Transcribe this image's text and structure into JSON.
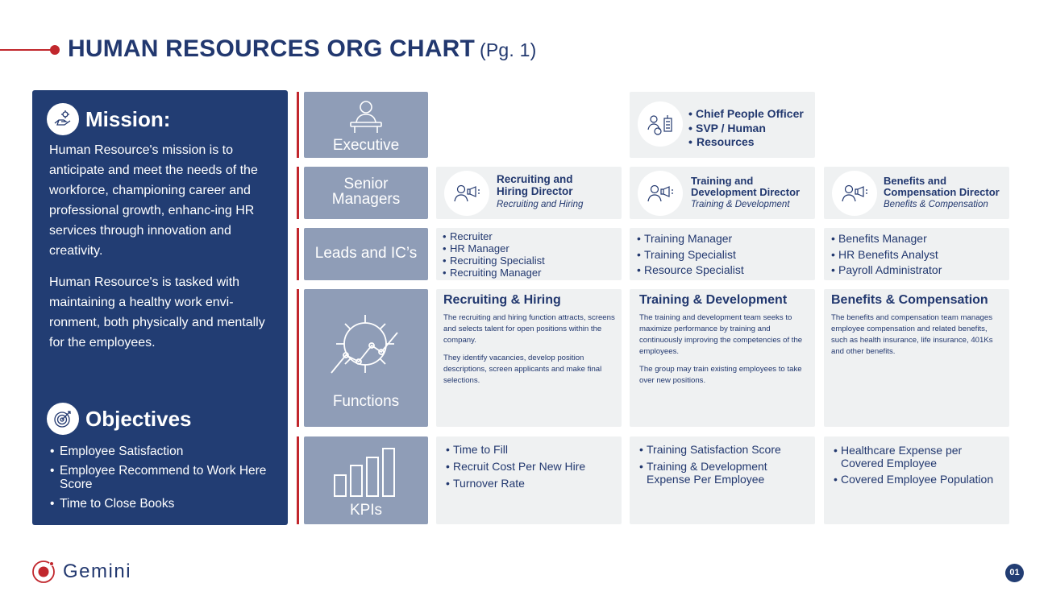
{
  "title": {
    "main": "HUMAN RESOURCES ORG CHART",
    "page": "(Pg. 1)"
  },
  "mission": {
    "heading": "Mission:",
    "icon": "hand-gear-icon",
    "paragraphs": [
      "Human Resource's mission is to anticipate and meet the needs of the workforce, championing career and professional growth,  enhanc-ing HR services through innovation and creativity.",
      "Human Resource's is tasked with maintaining a healthy work envi-ronment, both physically and mentally for the employees."
    ]
  },
  "objectives": {
    "heading": "Objectives",
    "icon": "target-icon",
    "items": [
      "Employee Satisfaction",
      "Employee Recommend to Work Here Score",
      "Time to Close Books"
    ]
  },
  "rows": {
    "executive": "Executive",
    "senior_1": "Senior",
    "senior_2": "Managers",
    "leads": "Leads and IC’s",
    "functions": "Functions",
    "kpis": "KPIs"
  },
  "executive": {
    "items": [
      "Chief People Officer",
      "SVP / Human",
      "Resources"
    ]
  },
  "senior": [
    {
      "title_1": "Recruiting and",
      "title_2": "Hiring Director",
      "sub": "Recruiting and Hiring"
    },
    {
      "title_1": "Training and",
      "title_2": "Development Director",
      "sub": "Training & Development"
    },
    {
      "title_1": "Benefits and",
      "title_2": "Compensation Director",
      "sub": "Benefits & Compensation"
    }
  ],
  "leads": [
    [
      "Recruiter",
      "HR Manager",
      "Recruiting Specialist",
      "Recruiting Manager"
    ],
    [
      "Training Manager",
      "Training Specialist",
      "Resource Specialist"
    ],
    [
      "Benefits Manager",
      "HR Benefits Analyst",
      "Payroll Administrator"
    ]
  ],
  "functions": [
    {
      "title": "Recruiting & Hiring",
      "p1": "The recruiting and hiring function attracts, screens and selects talent for open positions within the company.",
      "p2": "They identify vacancies, develop position descriptions, screen applicants and make final selections."
    },
    {
      "title": "Training & Development",
      "p1": "The training and development team seeks to maximize  performance by training and continuously improving the competencies of the employees.",
      "p2": "The group may train existing employees to take over new positions."
    },
    {
      "title": "Benefits & Compensation",
      "p1": "The benefits and compensation team manages employee compensation and related benefits, such as health insurance, life insurance, 401Ks and other benefits."
    }
  ],
  "kpis": [
    [
      "Time to Fill",
      "Recruit Cost Per New Hire",
      "Turnover Rate"
    ],
    [
      "Training Satisfaction Score",
      "Training & Development Expense Per Employee"
    ],
    [
      "Healthcare Expense per Covered Employee",
      "Covered Employee Population"
    ]
  ],
  "footer": {
    "logo_text": "Gemini",
    "page_number": "01"
  },
  "colors": {
    "navy": "#223d73",
    "accent_red": "#c1272d",
    "label_gray": "#8f9db7",
    "cell_gray": "#eff1f2"
  }
}
